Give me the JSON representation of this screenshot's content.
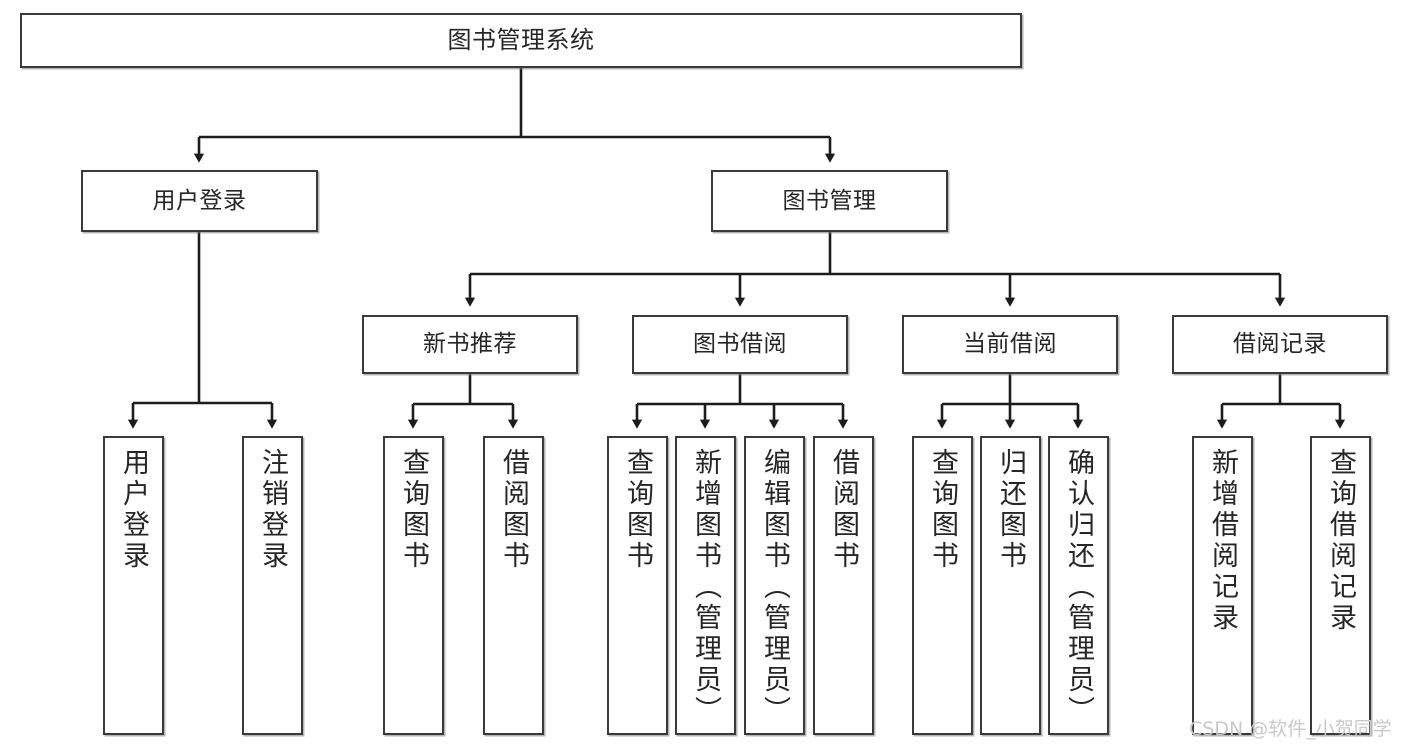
{
  "diagram": {
    "title": "图书管理系统",
    "type": "tree-hierarchy-diagram",
    "orientation": "top-down",
    "colors": {
      "box_border": "#3a3a3a",
      "box_fill": "#ffffff",
      "edge": "#1c1c1c",
      "text": "#262626",
      "watermark": "#c9c9c9",
      "background": "#ffffff"
    }
  },
  "root": {
    "label": "图书管理系统"
  },
  "level2": [
    {
      "label": "用户登录"
    },
    {
      "label": "图书管理"
    }
  ],
  "level3": [
    {
      "label": "新书推荐"
    },
    {
      "label": "图书借阅"
    },
    {
      "label": "当前借阅"
    },
    {
      "label": "借阅记录"
    }
  ],
  "leaves": {
    "user_login": [
      {
        "label": "用户登录"
      },
      {
        "label": "注销登录"
      }
    ],
    "new_book_recommend": [
      {
        "label": "查询图书"
      },
      {
        "label": "借阅图书"
      }
    ],
    "book_borrow": [
      {
        "label": "查询图书"
      },
      {
        "label": "新增图书（管理员）"
      },
      {
        "label": "编辑图书（管理员）"
      },
      {
        "label": "借阅图书"
      }
    ],
    "current_borrow": [
      {
        "label": "查询图书"
      },
      {
        "label": "归还图书"
      },
      {
        "label": "确认归还（管理员）"
      }
    ],
    "borrow_record": [
      {
        "label": "新增借阅记录"
      },
      {
        "label": "查询借阅记录"
      }
    ]
  },
  "watermark": {
    "text": "CSDN @软件_小贺同学"
  }
}
